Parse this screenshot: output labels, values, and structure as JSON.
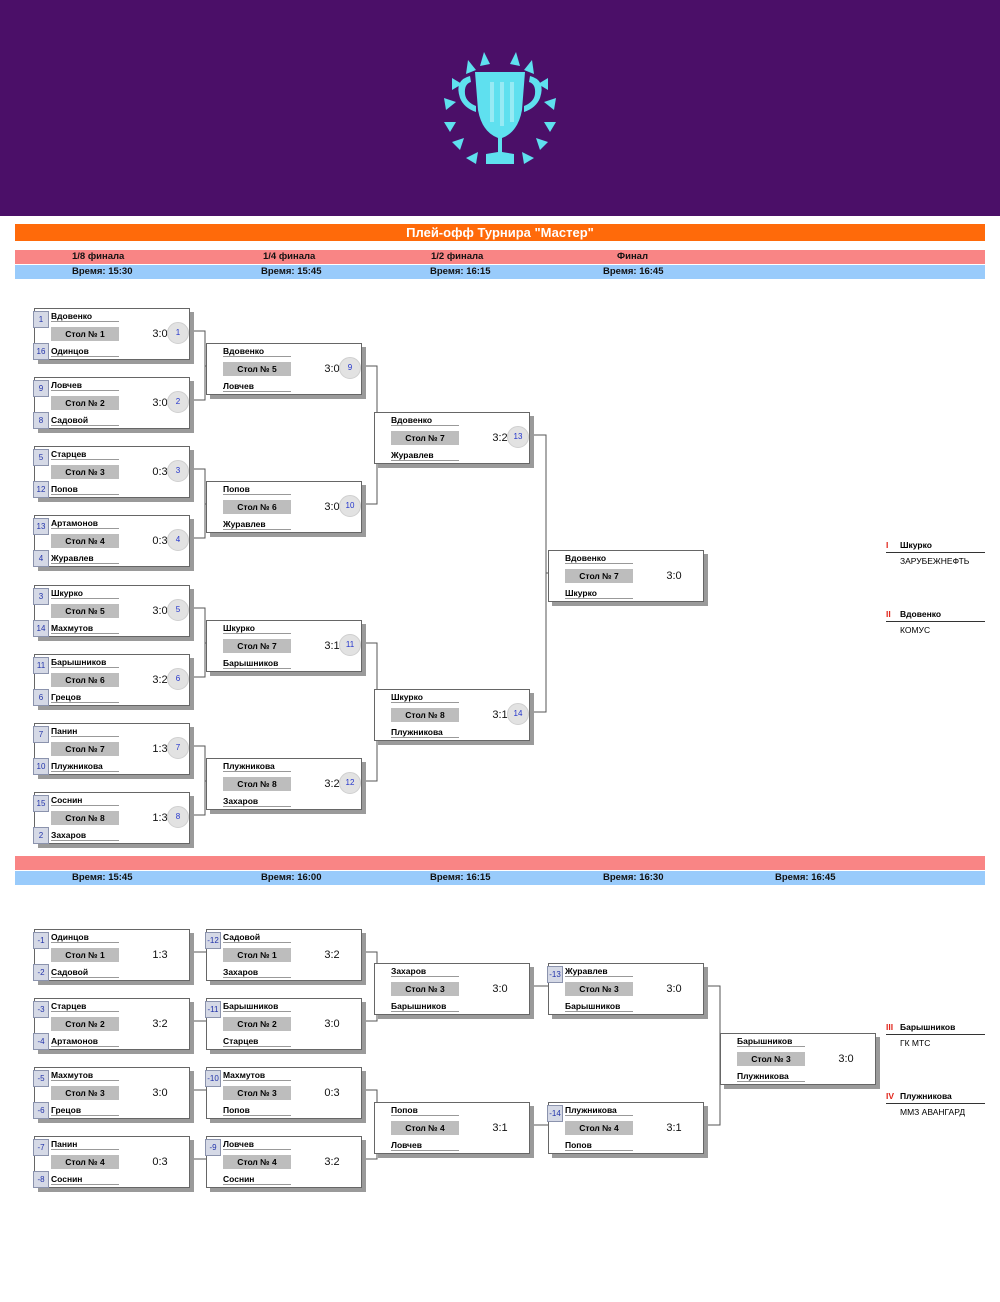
{
  "title": "Плей-офф Турнира \"Мастер\"",
  "top_rounds": [
    "1/8 финала",
    "1/4 финала",
    "1/2 финала",
    "Финал"
  ],
  "top_times": [
    "Время: 15:30",
    "Время: 15:45",
    "Время: 16:15",
    "Время: 16:45"
  ],
  "bottom_times": [
    "Время: 15:45",
    "Время: 16:00",
    "Время: 16:15",
    "Время: 16:30",
    "Время: 16:45"
  ],
  "matches": [
    {
      "p1": "Вдовенко",
      "p2": "Одинцов",
      "table": "Стол № 1",
      "score": "3:0",
      "num": "1"
    },
    {
      "p1": "Ловчев",
      "p2": "Садовой",
      "table": "Стол № 2",
      "score": "3:0",
      "num": "2"
    },
    {
      "p1": "Старцев",
      "p2": "Попов",
      "table": "Стол № 3",
      "score": "0:3",
      "num": "3"
    },
    {
      "p1": "Артамонов",
      "p2": "Журавлев",
      "table": "Стол № 4",
      "score": "0:3",
      "num": "4"
    },
    {
      "p1": "Шкурко",
      "p2": "Махмутов",
      "table": "Стол № 5",
      "score": "3:0",
      "num": "5"
    },
    {
      "p1": "Барышников",
      "p2": "Грецов",
      "table": "Стол № 6",
      "score": "3:2",
      "num": "6"
    },
    {
      "p1": "Панин",
      "p2": "Плужникова",
      "table": "Стол № 7",
      "score": "1:3",
      "num": "7"
    },
    {
      "p1": "Соснин",
      "p2": "Захаров",
      "table": "Стол № 8",
      "score": "1:3",
      "num": "8"
    },
    {
      "p1": "Вдовенко",
      "p2": "Ловчев",
      "table": "Стол № 5",
      "score": "3:0",
      "num": "9"
    },
    {
      "p1": "Попов",
      "p2": "Журавлев",
      "table": "Стол № 6",
      "score": "3:0",
      "num": "10"
    },
    {
      "p1": "Шкурко",
      "p2": "Барышников",
      "table": "Стол № 7",
      "score": "3:1",
      "num": "11"
    },
    {
      "p1": "Плужникова",
      "p2": "Захаров",
      "table": "Стол № 8",
      "score": "3:2",
      "num": "12"
    },
    {
      "p1": "Вдовенко",
      "p2": "Журавлев",
      "table": "Стол № 7",
      "score": "3:2",
      "num": "13"
    },
    {
      "p1": "Шкурко",
      "p2": "Плужникова",
      "table": "Стол № 8",
      "score": "3:1",
      "num": "14"
    },
    {
      "p1": "Вдовенко",
      "p2": "Шкурко",
      "table": "Стол № 7",
      "score": "3:0",
      "num": ""
    },
    {
      "p1": "Одинцов",
      "p2": "Садовой",
      "table": "Стол № 1",
      "score": "1:3",
      "num": ""
    },
    {
      "p1": "Старцев",
      "p2": "Артамонов",
      "table": "Стол № 2",
      "score": "3:2",
      "num": ""
    },
    {
      "p1": "Махмутов",
      "p2": "Грецов",
      "table": "Стол № 3",
      "score": "3:0",
      "num": ""
    },
    {
      "p1": "Панин",
      "p2": "Соснин",
      "table": "Стол № 4",
      "score": "0:3",
      "num": ""
    },
    {
      "p1": "Садовой",
      "p2": "Захаров",
      "table": "Стол № 1",
      "score": "3:2",
      "num": ""
    },
    {
      "p1": "Барышников",
      "p2": "Старцев",
      "table": "Стол № 2",
      "score": "3:0",
      "num": ""
    },
    {
      "p1": "Махмутов",
      "p2": "Попов",
      "table": "Стол № 3",
      "score": "0:3",
      "num": ""
    },
    {
      "p1": "Ловчев",
      "p2": "Соснин",
      "table": "Стол № 4",
      "score": "3:2",
      "num": ""
    },
    {
      "p1": "Захаров",
      "p2": "Барышников",
      "table": "Стол № 3",
      "score": "3:0",
      "num": ""
    },
    {
      "p1": "Попов",
      "p2": "Ловчев",
      "table": "Стол № 4",
      "score": "3:1",
      "num": ""
    },
    {
      "p1": "Журавлев",
      "p2": "Барышников",
      "table": "Стол № 3",
      "score": "3:0",
      "num": ""
    },
    {
      "p1": "Плужникова",
      "p2": "Попов",
      "table": "Стол № 4",
      "score": "3:1",
      "num": ""
    },
    {
      "p1": "Барышников",
      "p2": "Плужникова",
      "table": "Стол № 3",
      "score": "3:0",
      "num": ""
    }
  ],
  "seeds": [
    "1",
    "16",
    "9",
    "8",
    "5",
    "12",
    "13",
    "4",
    "3",
    "14",
    "11",
    "6",
    "7",
    "10",
    "15",
    "2",
    "-1",
    "-2",
    "-3",
    "-4",
    "-5",
    "-6",
    "-7",
    "-8",
    "-12",
    "-11",
    "-10",
    "-9",
    "-13",
    "-14"
  ],
  "places": [
    {
      "roman": "I",
      "name": "Шкурко",
      "club": "ЗАРУБЕЖНЕФТЬ"
    },
    {
      "roman": "II",
      "name": "Вдовенко",
      "club": "КОМУС"
    },
    {
      "roman": "III",
      "name": "Барышников",
      "club": "ГК МТС"
    },
    {
      "roman": "IV",
      "name": "Плужникова",
      "club": "ММЗ АВАНГАРД"
    }
  ],
  "colors": {
    "header": "#4b0f68",
    "title_bar": "#ff6a0a",
    "round_bar": "#f98585",
    "time_bar": "#99cbfb",
    "logo": "#5fe0ef",
    "place_numeral": "#e0261c"
  }
}
